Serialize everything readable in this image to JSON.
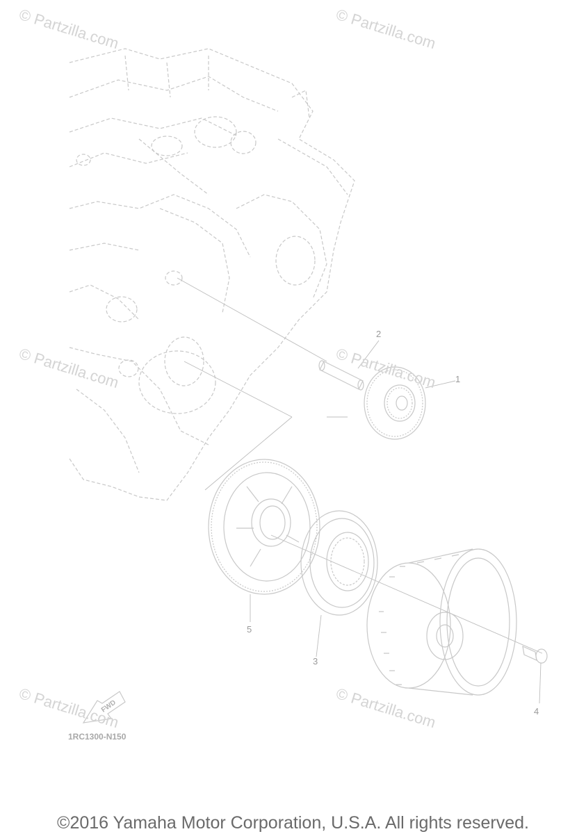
{
  "watermark": "© Partzilla.com",
  "callouts": {
    "part_1": "1",
    "part_2": "2",
    "part_3": "3",
    "part_4": "4",
    "part_5": "5"
  },
  "fwd_label": "FWD",
  "diagram_code": "1RC1300-N150",
  "copyright": "©2016 Yamaha Motor Corporation, U.S.A. All rights reserved.",
  "colors": {
    "line": "#c4c4c4",
    "text": "#9a9a9a",
    "watermark": "#d4d4d4",
    "copyright": "#6a6a6a"
  }
}
